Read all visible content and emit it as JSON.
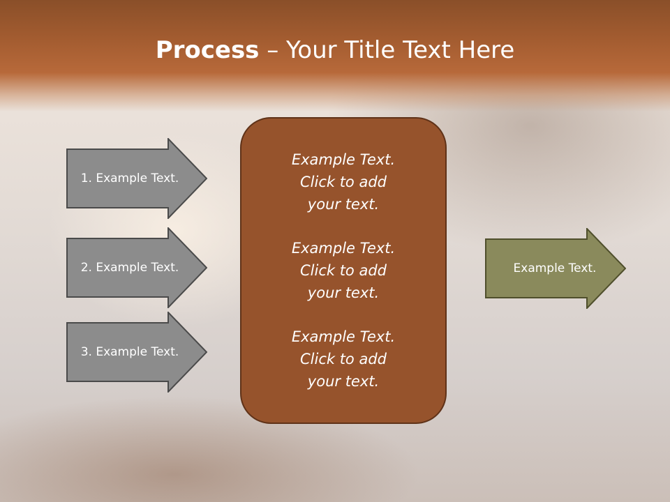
{
  "slide": {
    "title_bold": "Process",
    "title_rest": " – Your Title Text Here",
    "input_arrows": [
      {
        "label": "1. Example Text."
      },
      {
        "label": "2. Example Text."
      },
      {
        "label": "3. Example Text."
      }
    ],
    "center_items": [
      {
        "text": "Example Text.\nClick  to add\nyour text."
      },
      {
        "text": "Example Text.\nClick  to add\nyour text."
      },
      {
        "text": "Example Text.\nClick  to add\nyour text."
      }
    ],
    "output_arrow": {
      "label": "Example Text."
    }
  },
  "colors": {
    "title_bar": "#a35c30",
    "input_arrow_fill": "#8c8c8c",
    "input_arrow_border": "#4a4a4a",
    "center_box_fill": "#96532c",
    "center_box_border": "#5f3218",
    "output_arrow_fill": "#8a8a5c",
    "output_arrow_border": "#4f4f2c"
  }
}
